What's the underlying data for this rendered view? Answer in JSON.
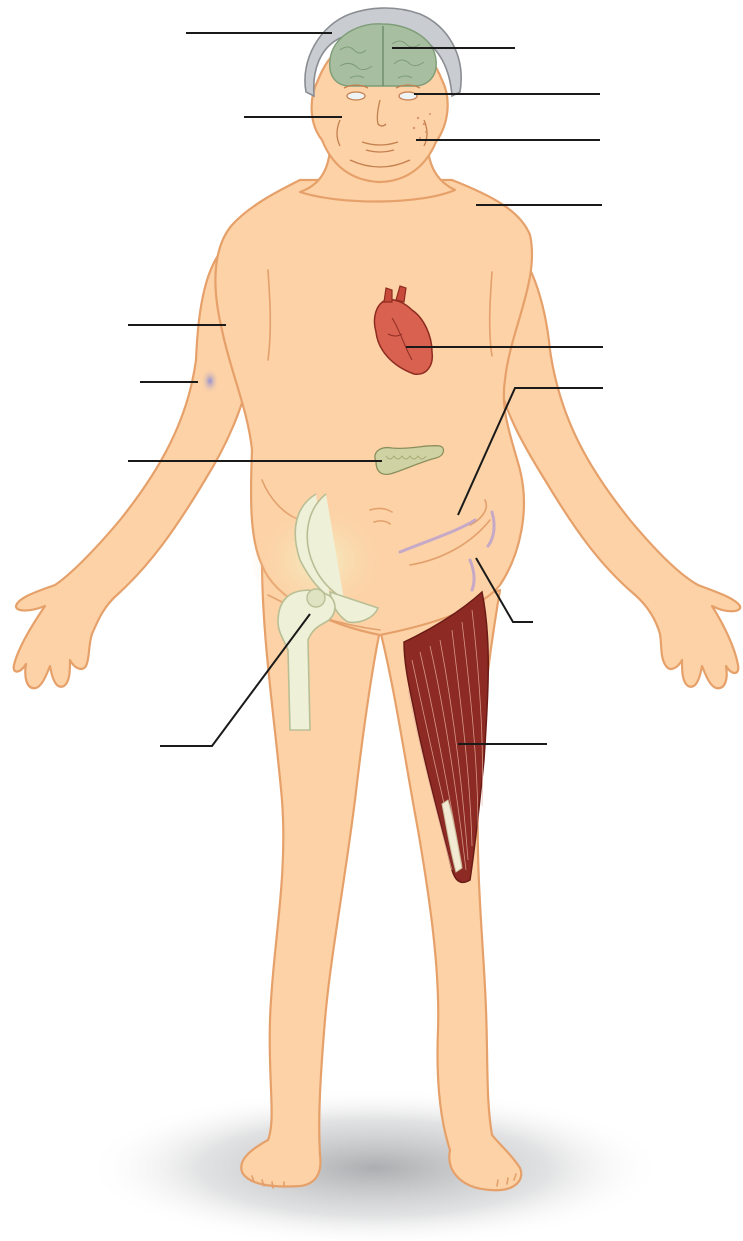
{
  "figure": {
    "labels": [
      {
        "id": "hair",
        "text": ""
      },
      {
        "id": "brain",
        "text": ""
      },
      {
        "id": "eyes",
        "text": ""
      },
      {
        "id": "face",
        "text": ""
      },
      {
        "id": "skin",
        "text": ""
      },
      {
        "id": "shoulder",
        "text": ""
      },
      {
        "id": "heart",
        "text": ""
      },
      {
        "id": "upper-arm",
        "text": ""
      },
      {
        "id": "arm-bruise",
        "text": ""
      },
      {
        "id": "abdomen",
        "text": ""
      },
      {
        "id": "pancreas",
        "text": ""
      },
      {
        "id": "striae",
        "text": ""
      },
      {
        "id": "hip-bone",
        "text": ""
      },
      {
        "id": "thigh-muscle",
        "text": ""
      }
    ]
  },
  "colors": {
    "skin": "#fcd2a6",
    "outline": "#e6a06a",
    "brain": "#a7bfa0",
    "hair": "#c9cdd2",
    "heart": "#d9614f",
    "pancreas": "#cfd3a4",
    "muscle": "#8e2a24",
    "bruise": "#9e9dd8",
    "striae": "#b9a0cf",
    "bone": "#eef0d8"
  }
}
